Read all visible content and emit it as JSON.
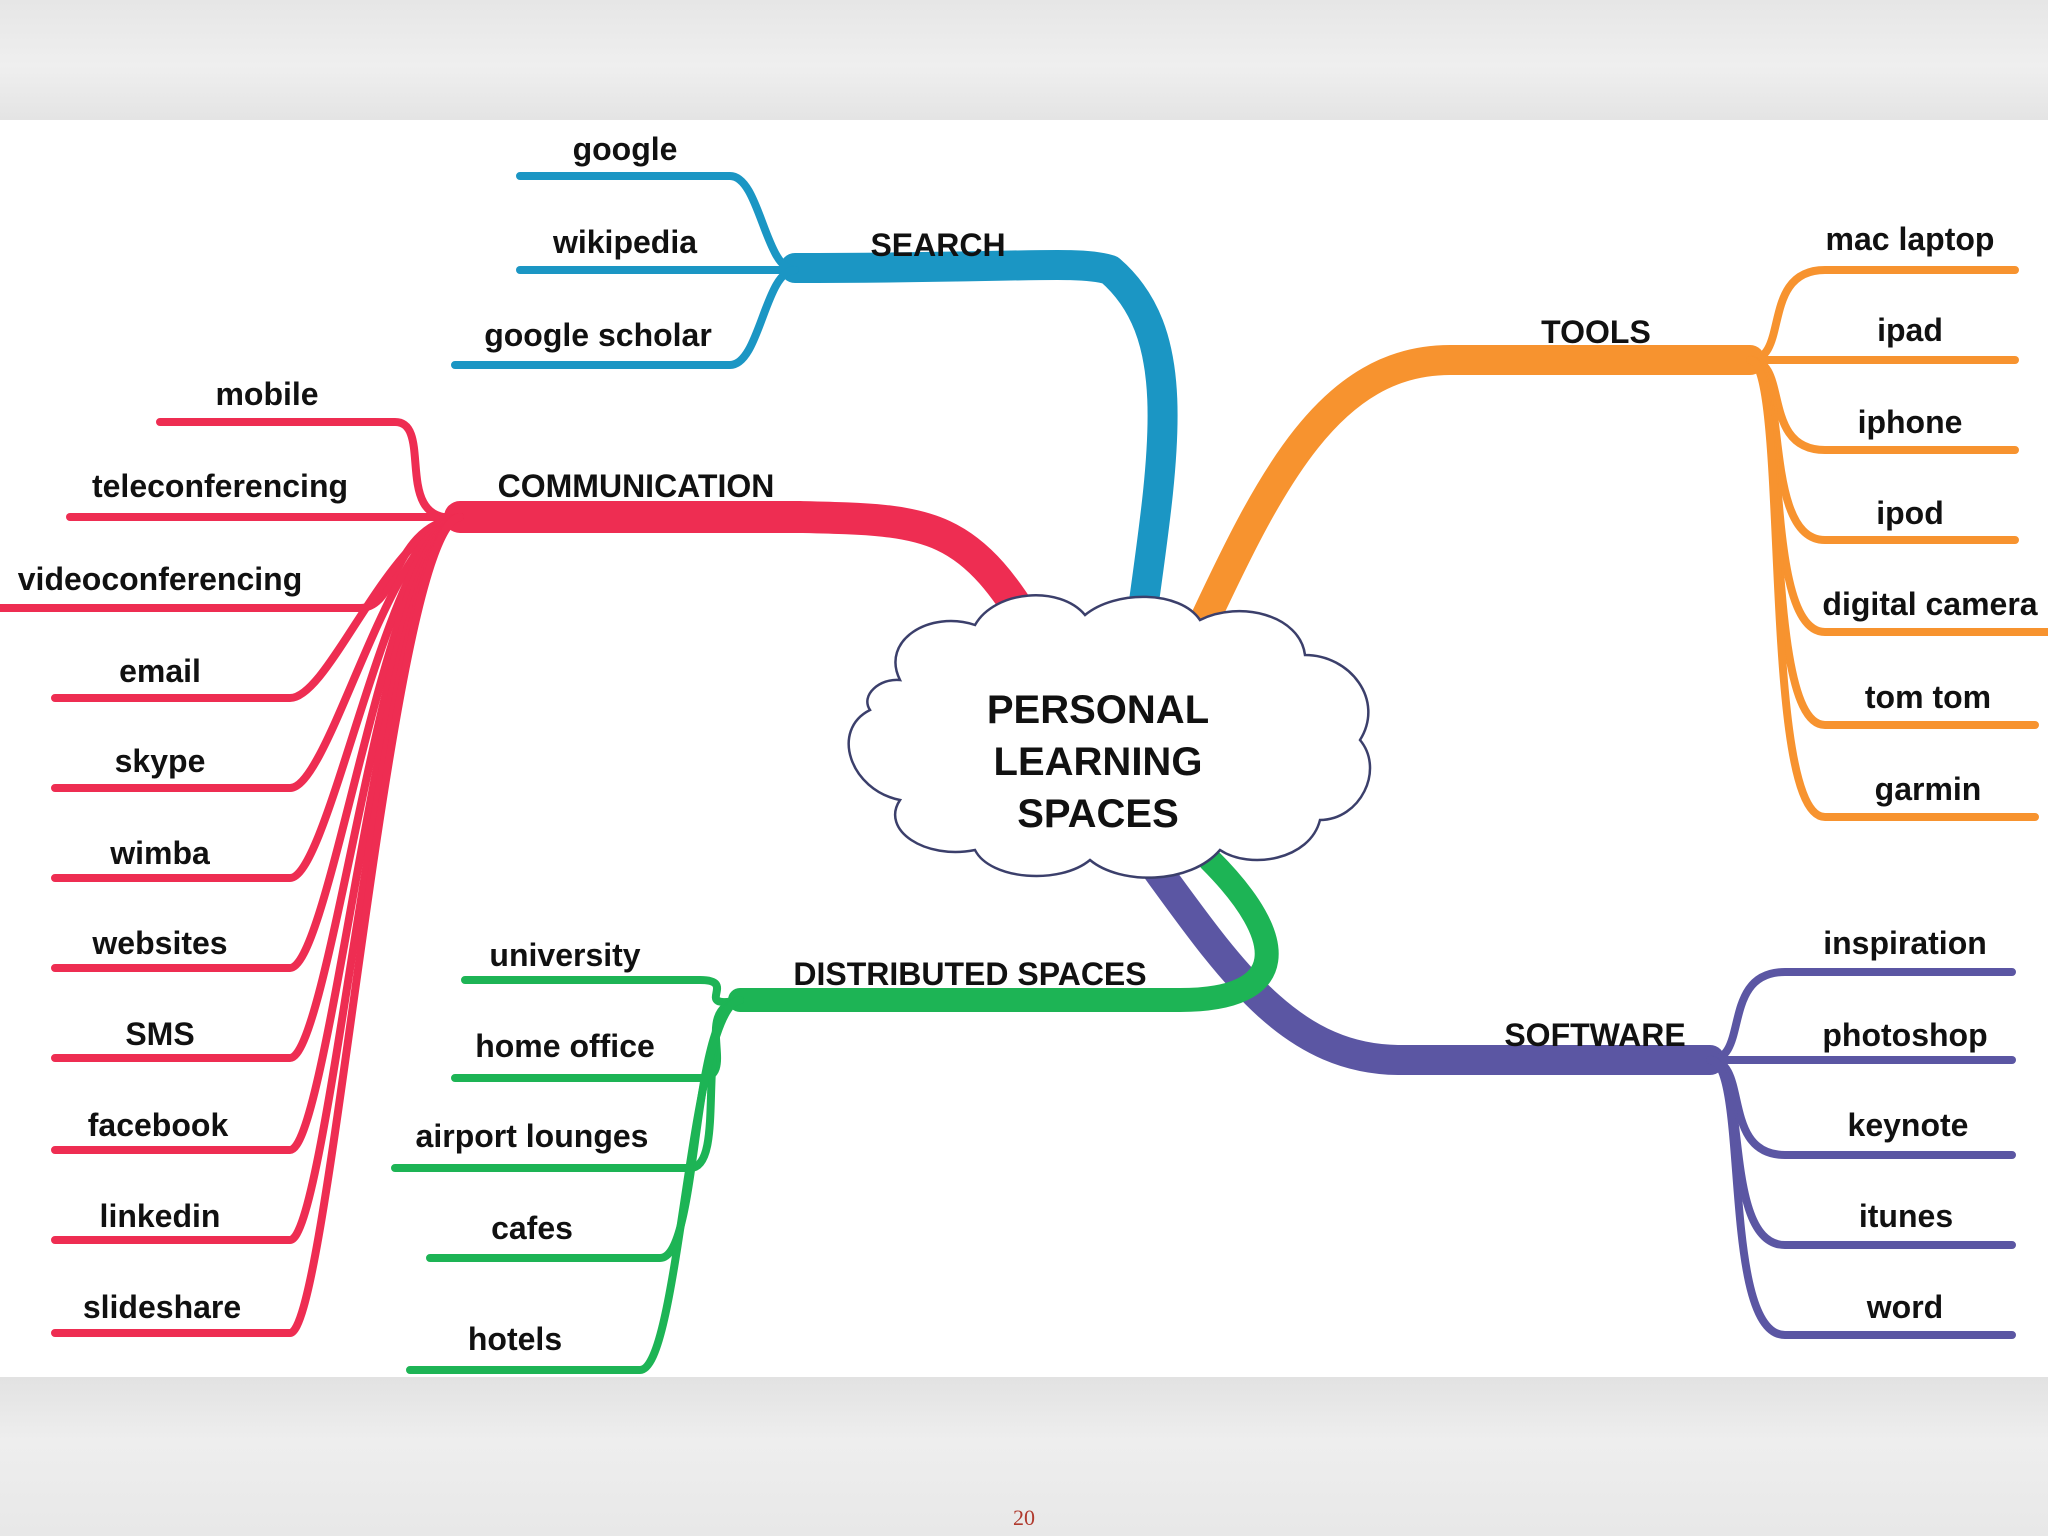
{
  "colors": {
    "search": "#1b96c4",
    "communication": "#ee2d52",
    "tools": "#f7932f",
    "software": "#5b56a3",
    "distributed": "#1db455",
    "text": "#111111",
    "page_number": "#b03a2e"
  },
  "center": {
    "lines": [
      "PERSONAL",
      "LEARNING",
      "SPACES"
    ]
  },
  "branches": {
    "search": {
      "label": "SEARCH",
      "leaves": [
        "google",
        "wikipedia",
        "google scholar"
      ]
    },
    "communication": {
      "label": "COMMUNICATION",
      "leaves": [
        "mobile",
        "teleconferencing",
        "videoconferencing",
        "email",
        "skype",
        "wimba",
        "websites",
        "SMS",
        "facebook",
        "linkedin",
        "slideshare"
      ]
    },
    "tools": {
      "label": "TOOLS",
      "leaves": [
        "mac laptop",
        "ipad",
        "iphone",
        "ipod",
        "digital camera",
        "tom tom",
        "garmin"
      ]
    },
    "software": {
      "label": "SOFTWARE",
      "leaves": [
        "inspiration",
        "photoshop",
        "keynote",
        "itunes",
        "word"
      ]
    },
    "distributed": {
      "label": "DISTRIBUTED SPACES",
      "leaves": [
        "university",
        "home office",
        "airport lounges",
        "cafes",
        "hotels"
      ]
    }
  },
  "page_number": "20"
}
